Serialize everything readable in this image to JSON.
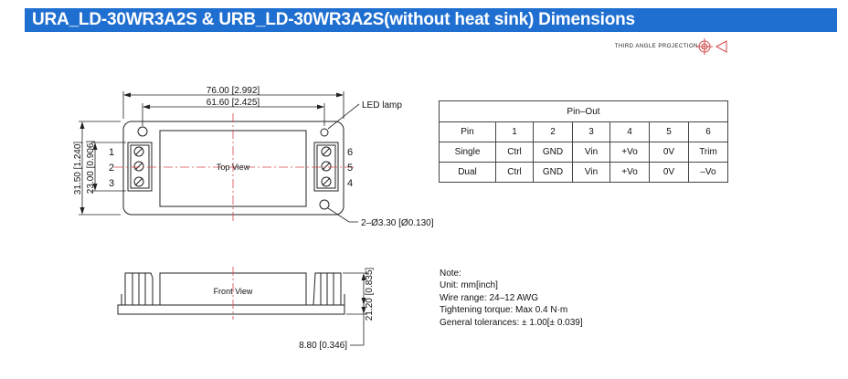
{
  "header": {
    "title": "URA_LD-30WR3A2S & URB_LD-30WR3A2S(without heat sink) Dimensions",
    "projection_label": "THIRD ANGLE PROJECTION",
    "accent_color": "#1f6fd1"
  },
  "top_view": {
    "label": "Top View",
    "led_label": "LED lamp",
    "dim_length_outer": "76.00 [2.992]",
    "dim_length_holes": "61.60 [2.425]",
    "dim_width_outer": "31.50 [1.240]",
    "dim_width_inner": "23.00 [0.906]",
    "hole_callout": "2–Ø3.30 [Ø0.130]",
    "left_pins": [
      "1",
      "2",
      "3"
    ],
    "right_pins": [
      "6",
      "5",
      "4"
    ]
  },
  "front_view": {
    "label": "Front View",
    "dim_height": "21.20 [0.835]",
    "dim_base": "8.80 [0.346]"
  },
  "pinout": {
    "title": "Pin–Out",
    "header": [
      "Pin",
      "1",
      "2",
      "3",
      "4",
      "5",
      "6"
    ],
    "rows": [
      [
        "Single",
        "Ctrl",
        "GND",
        "Vin",
        "+Vo",
        "0V",
        "Trim"
      ],
      [
        "Dual",
        "Ctrl",
        "GND",
        "Vin",
        "+Vo",
        "0V",
        "–Vo"
      ]
    ]
  },
  "notes": {
    "heading": "Note:",
    "lines": [
      "Unit: mm[inch]",
      "Wire range: 24–12 AWG",
      "Tightening torque: Max 0.4 N·m",
      "General tolerances: ± 1.00[± 0.039]"
    ]
  }
}
